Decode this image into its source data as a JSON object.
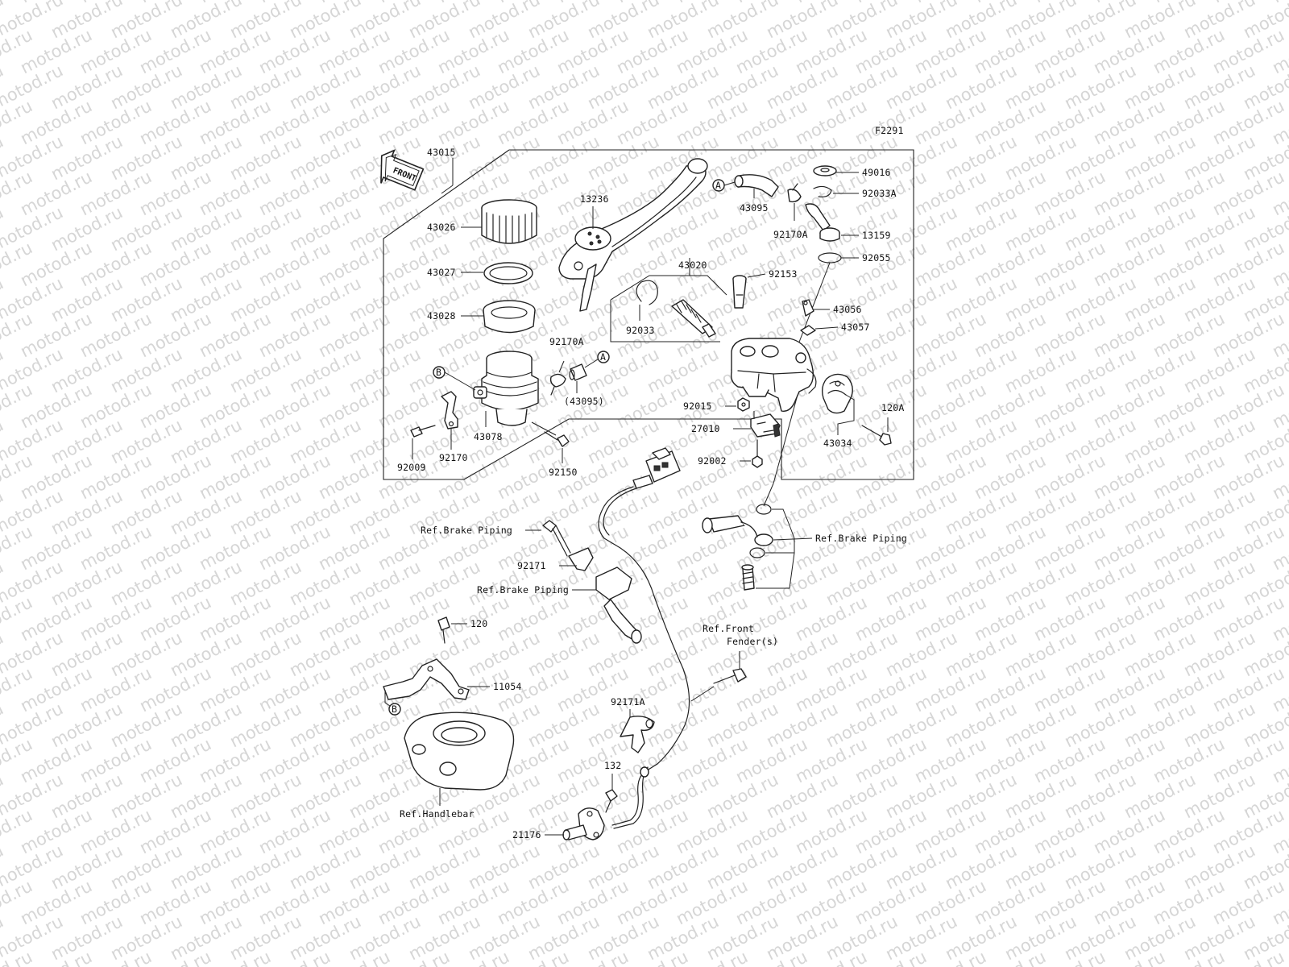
{
  "watermark": "motod.ru",
  "figure_code": "F2291",
  "front_label": "FRONT",
  "parts": {
    "p43015": "43015",
    "p43026": "43026",
    "p43027": "43027",
    "p43028": "43028",
    "p13236": "13236",
    "p43020": "43020",
    "p92033": "92033",
    "p92170A_top": "92170A",
    "p92170A_mid": "92170A",
    "p43095": "43095",
    "p43095_ref": "(43095)",
    "p49016": "49016",
    "p92033A": "92033A",
    "p13159": "13159",
    "p92055": "92055",
    "p92153": "92153",
    "p43056": "43056",
    "p43057": "43057",
    "p92015": "92015",
    "p27010": "27010",
    "p92002": "92002",
    "p43034": "43034",
    "p120A": "120A",
    "p43078": "43078",
    "p92170": "92170",
    "p92009": "92009",
    "p92150": "92150",
    "p92171": "92171",
    "p92171A": "92171A",
    "p120": "120",
    "p11054": "11054",
    "p132": "132",
    "p21176": "21176"
  },
  "refs": {
    "brake_piping_1": "Ref.Brake Piping",
    "brake_piping_2": "Ref.Brake Piping",
    "brake_piping_3": "Ref.Brake Piping",
    "front_fender_1": "Ref.Front",
    "front_fender_2": "Fender(s)",
    "handlebar": "Ref.Handlebar"
  },
  "callouts": {
    "a1": "A",
    "a2": "A",
    "b1": "B",
    "b2": "B"
  }
}
